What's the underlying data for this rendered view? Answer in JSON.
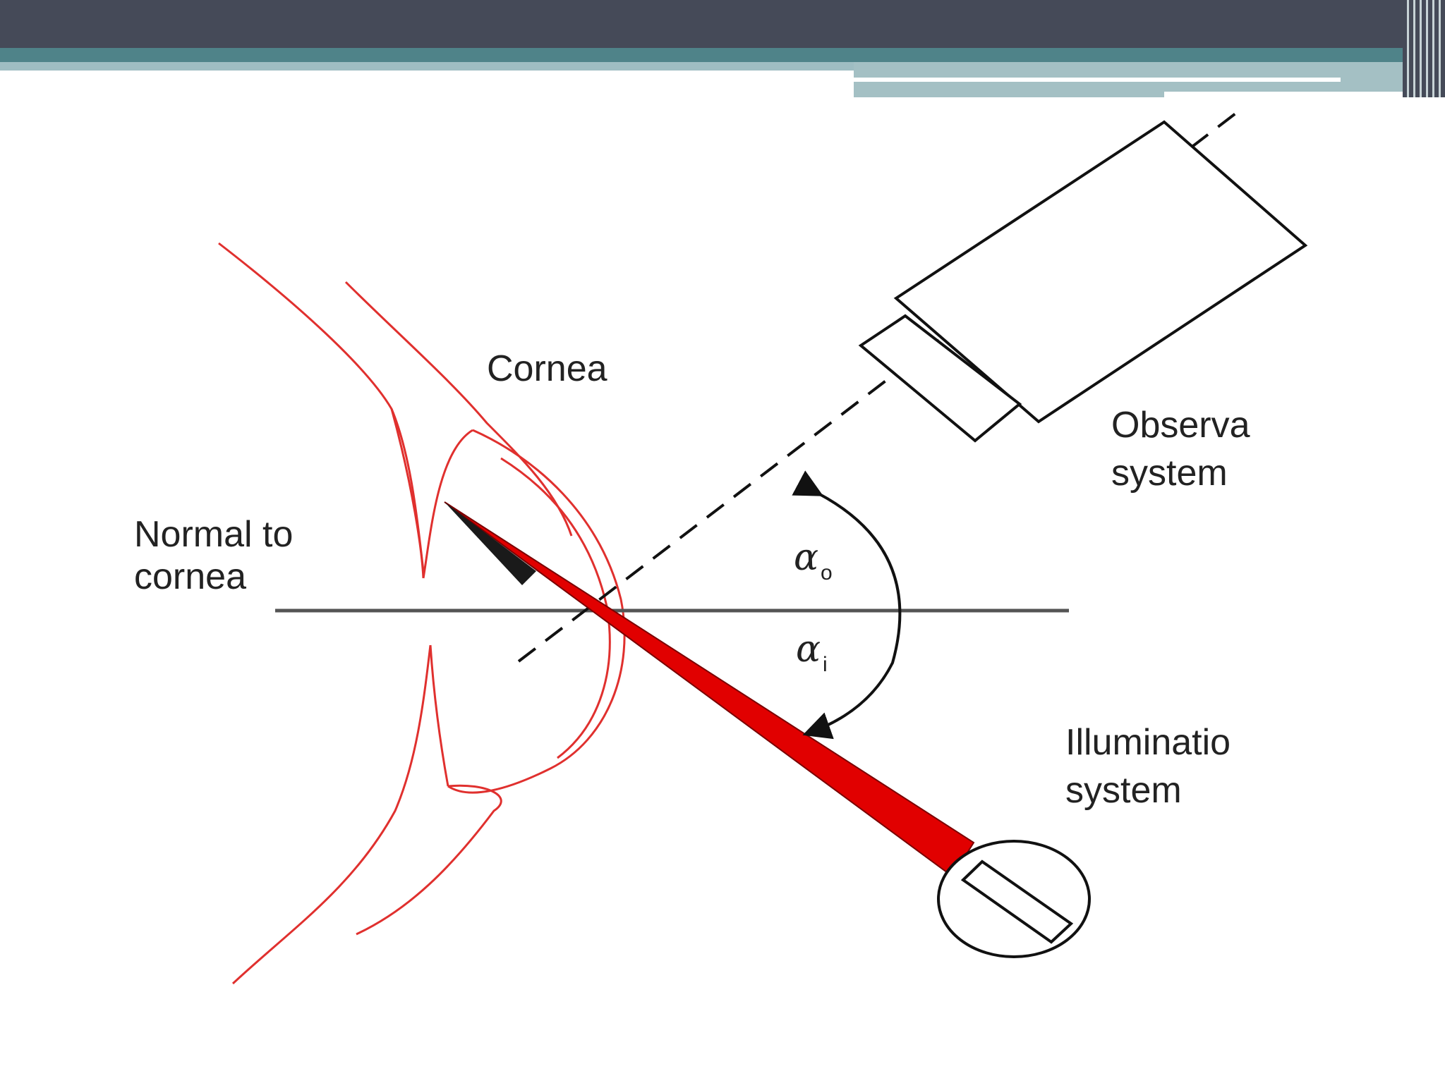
{
  "labels": {
    "cornea": "Cornea",
    "normal_line1": "Normal to",
    "normal_line2": "cornea",
    "observation_line1": "Observa",
    "observation_line2": "system",
    "illumination_line1": "Illuminatio",
    "illumination_line2": "system",
    "alpha_o_symbol": "α",
    "alpha_o_sub": "o",
    "alpha_i_symbol": "α",
    "alpha_i_sub": "i"
  },
  "colors": {
    "header_dark": "#454a58",
    "header_teal": "#4f8389",
    "header_light": "#9fbdc2",
    "cornea_outline": "#e0302e",
    "beam": "#e10000",
    "ink": "#222222"
  }
}
